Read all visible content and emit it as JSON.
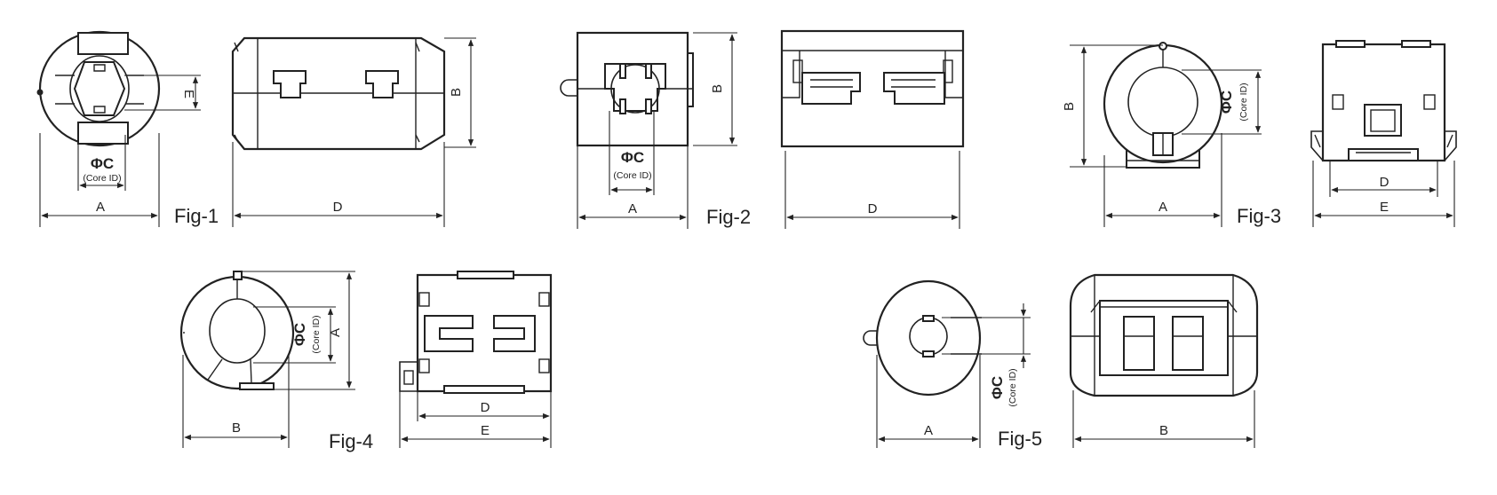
{
  "labels": {
    "A": "A",
    "B": "B",
    "D": "D",
    "E": "E",
    "phiC": "ΦC",
    "core_id": "(Core ID)"
  },
  "figures": [
    "Fig-1",
    "Fig-2",
    "Fig-3",
    "Fig-4",
    "Fig-5"
  ]
}
